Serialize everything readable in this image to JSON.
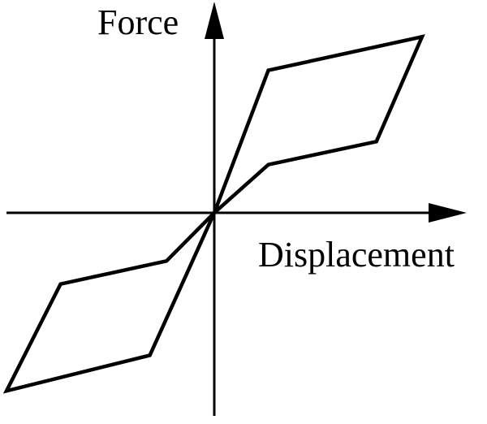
{
  "labels": {
    "y_axis": "Force",
    "x_axis": "Displacement"
  },
  "colors": {
    "line": "#000000",
    "background": "#ffffff"
  },
  "chart_data": {
    "type": "line",
    "title": "",
    "xlabel": "Displacement",
    "ylabel": "Force",
    "grid": false,
    "legend": "none",
    "xlim": [
      -1.0,
      1.0
    ],
    "ylim": [
      -1.0,
      1.0
    ],
    "series": [
      {
        "x": [
          0.0,
          0.26,
          0.26,
          1.0,
          0.78,
          0.26,
          0.0
        ],
        "y": [
          0.0,
          0.68,
          0.68,
          0.84,
          0.34,
          0.23,
          0.0
        ]
      },
      {
        "x": [
          0.0,
          -0.23,
          -0.74,
          -1.0,
          -0.31,
          0.0
        ],
        "y": [
          0.0,
          -0.23,
          -0.34,
          -0.85,
          -0.68,
          0.0
        ]
      }
    ]
  }
}
